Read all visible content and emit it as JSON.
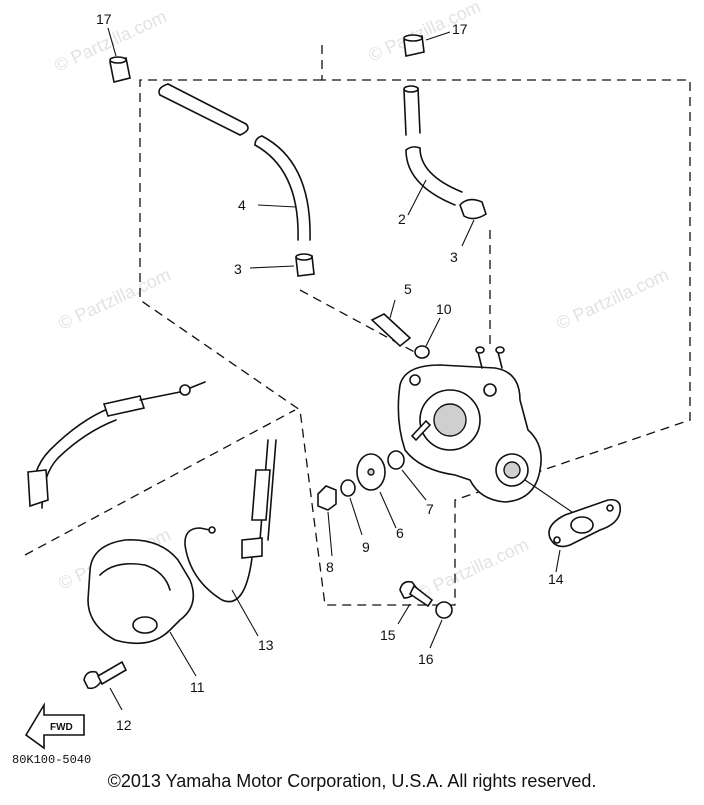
{
  "watermark": "© Partzilla.com",
  "diagram_code": "80K100-5040",
  "fwd_label": "FWD",
  "copyright": "©2013 Yamaha Motor Corporation, U.S.A. All rights reserved.",
  "callouts": [
    "17",
    "17",
    "4",
    "2",
    "3",
    "3",
    "5",
    "10",
    "6",
    "7",
    "8",
    "9",
    "14",
    "13",
    "11",
    "12",
    "15",
    "16"
  ]
}
